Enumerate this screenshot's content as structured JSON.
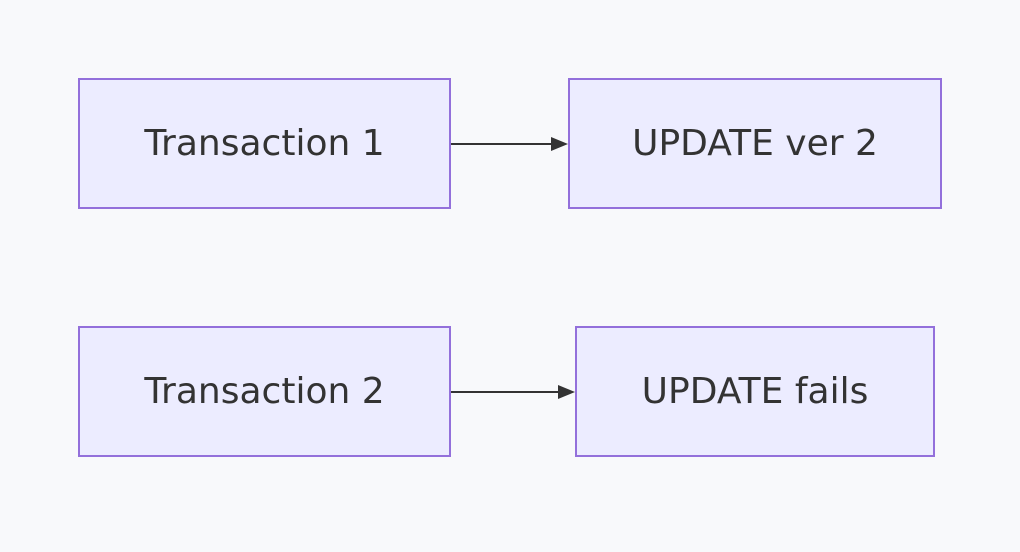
{
  "diagram": {
    "type": "flowchart",
    "nodes": [
      {
        "id": "t1",
        "label": "Transaction 1"
      },
      {
        "id": "u1",
        "label": "UPDATE ver 2"
      },
      {
        "id": "t2",
        "label": "Transaction 2"
      },
      {
        "id": "u2",
        "label": "UPDATE fails"
      }
    ],
    "edges": [
      {
        "from": "t1",
        "to": "u1"
      },
      {
        "from": "t2",
        "to": "u2"
      }
    ],
    "colors": {
      "background": "#f8f9fb",
      "node_fill": "#ececff",
      "node_border": "#9370db",
      "text": "#333333",
      "edge": "#333333"
    }
  }
}
